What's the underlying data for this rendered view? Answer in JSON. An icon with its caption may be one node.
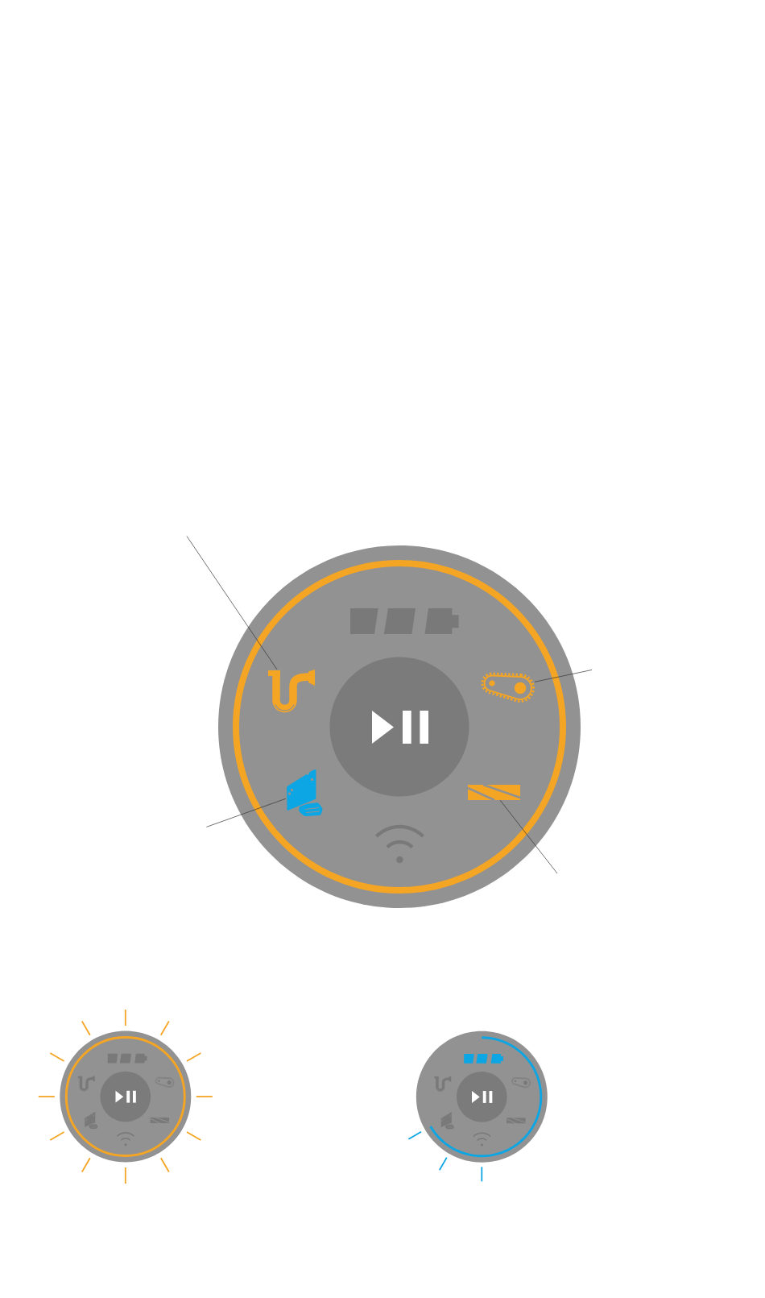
{
  "diagram": {
    "nodes": [
      {
        "text": [],
        "shape": "picture"
      },
      {
        "text": [],
        "shape": "picture"
      },
      {
        "text": [],
        "shape": "picture"
      },
      {
        "text": [],
        "shape": "picture"
      }
    ],
    "edges": [
      {
        "from": null,
        "to": 0,
        "arrow": "none"
      },
      {
        "from": null,
        "to": 1,
        "arrow": "none"
      },
      {
        "from": null,
        "to": 2,
        "arrow": "none"
      },
      {
        "from": null,
        "to": 3,
        "arrow": "none"
      }
    ]
  }
}
